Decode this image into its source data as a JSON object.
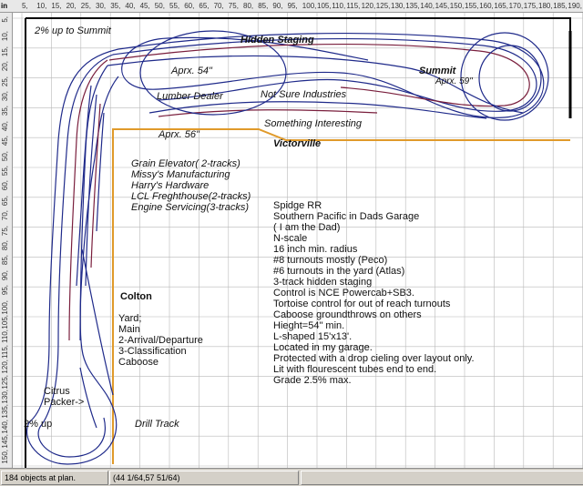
{
  "ruler": {
    "unit": "in",
    "top_ticks": [
      "5",
      "10",
      "15",
      "20",
      "25",
      "30",
      "35",
      "40",
      "45",
      "50",
      "55",
      "60",
      "65",
      "70",
      "75",
      "80",
      "85",
      "90",
      "95",
      "100",
      "105",
      "110",
      "115",
      "120",
      "125",
      "130",
      "135",
      "140",
      "145",
      "150",
      "155",
      "160",
      "165",
      "170",
      "175",
      "180",
      "185",
      "190"
    ],
    "left_ticks": [
      "5",
      "10",
      "15",
      "20",
      "25",
      "30",
      "35",
      "40",
      "45",
      "50",
      "55",
      "60",
      "65",
      "70",
      "75",
      "80",
      "85",
      "90",
      "95",
      "100",
      "105",
      "110",
      "115",
      "120",
      "125",
      "130",
      "135",
      "140",
      "145",
      "150"
    ]
  },
  "labels": {
    "up_to_summit": "2% up to Summit",
    "hidden_staging": "Hidden Staging",
    "summit": "Summit",
    "aprx_59": "Aprx. 59\"",
    "aprx_54": "Aprx. 54\"",
    "lumber_dealer": "Lumber Dealer",
    "not_sure": "Not Sure Industries",
    "something_interesting": "Something Interesting",
    "aprx_56": "Aprx. 56\"",
    "victorville": "Victorville",
    "colton": "Colton",
    "citrus_line1": "Citrus",
    "citrus_line2": "Packer->",
    "two_pct_up": "2% up",
    "drill_track": "Drill Track"
  },
  "victorville_industries": [
    "Grain Elevator( 2-tracks)",
    "Missy's Manufacturing",
    "Harry's Hardware",
    "LCL Freghthouse(2-tracks)",
    "Engine Servicing(3-tracks)"
  ],
  "colton_yard": [
    "Yard;",
    "Main",
    "2-Arrival/Departure",
    "3-Classification",
    "Caboose"
  ],
  "notes": [
    "Spidge RR",
    "Southern Pacific in Dads Garage",
    "( I am the Dad)",
    "N-scale",
    "16 inch min. radius",
    "#8 turnouts mostly (Peco)",
    "#6 turnouts in the yard (Atlas)",
    "3-track hidden staging",
    "Control is NCE Powercab+SB3.",
    "Tortoise control for out of reach turnouts",
    "Caboose groundthrows on others",
    "Hieght=54\" min.",
    "L-shaped 15'x13'.",
    "Located in my garage.",
    "Protected with a drop cieling over layout only.",
    "Lit with flourescent tubes end to end.",
    "Grade 2.5% max."
  ],
  "status": {
    "objects": "184 objects at plan.",
    "coords": "(44 1/64,57 51/64)"
  },
  "colors": {
    "track_blue": "#1f2a8a",
    "track_red": "#7a1f3d",
    "fascia_orange": "#e09a2a",
    "grid": "#b8b8b8",
    "wall": "#000000"
  }
}
